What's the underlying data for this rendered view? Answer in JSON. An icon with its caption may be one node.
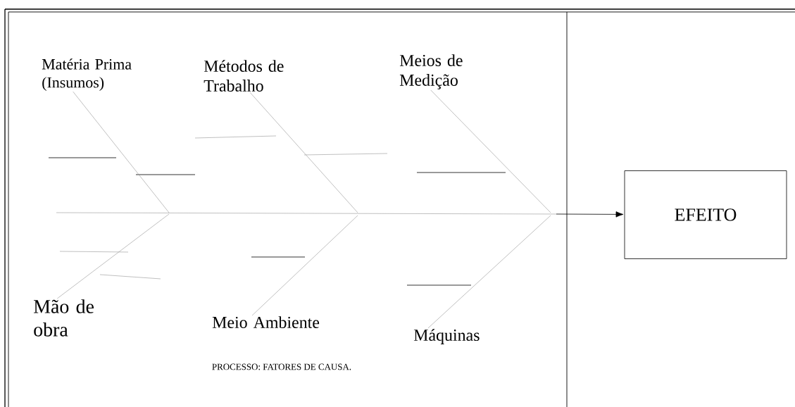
{
  "diagram": {
    "caption": "PROCESSO: FATORES DE CAUSA.",
    "nodes": [
      {
        "text": [
          "Matéria Prima (Insumos)"
        ]
      },
      {
        "text": [
          "Métodos de Trabalho"
        ]
      },
      {
        "text": [
          "Meios de Medição"
        ]
      },
      {
        "text": [
          "Mão de obra"
        ]
      },
      {
        "text": [
          "Meio Ambiente"
        ]
      },
      {
        "text": [
          "Máquinas"
        ]
      },
      {
        "text": [
          "EFEITO"
        ]
      }
    ],
    "edges": [
      {
        "from": 0,
        "to": null,
        "arrow": "none"
      },
      {
        "from": 1,
        "to": null,
        "arrow": "none"
      },
      {
        "from": 2,
        "to": null,
        "arrow": "none"
      },
      {
        "from": 3,
        "to": null,
        "arrow": "none"
      },
      {
        "from": 4,
        "to": null,
        "arrow": "none"
      },
      {
        "from": 5,
        "to": null,
        "arrow": "none"
      },
      {
        "from": null,
        "to": 6,
        "arrow": "to",
        "color": "#000000"
      }
    ]
  }
}
